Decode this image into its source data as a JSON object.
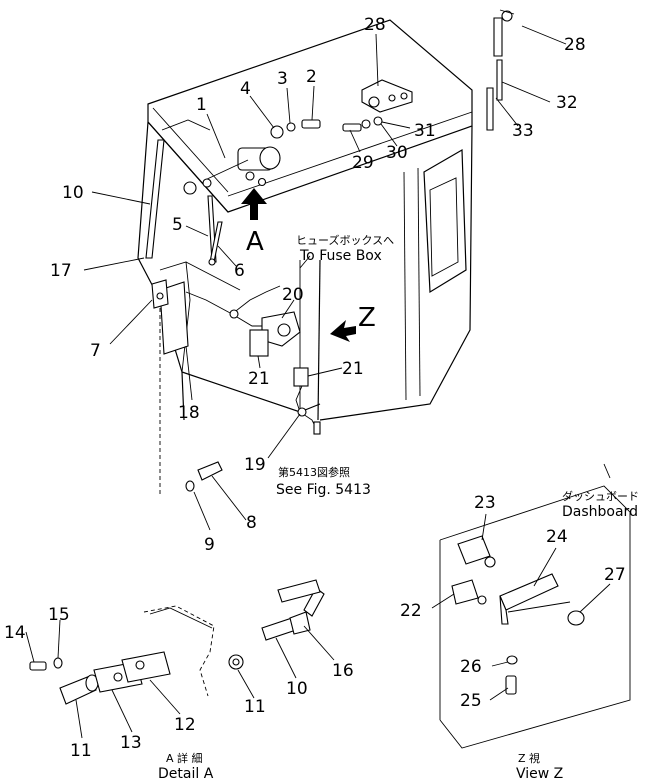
{
  "part_numbers": {
    "p1": "1",
    "p2": "2",
    "p3": "3",
    "p4": "4",
    "p5": "5",
    "p6": "6",
    "p7": "7",
    "p8": "8",
    "p9": "9",
    "p10a": "10",
    "p10b": "10",
    "p11a": "11",
    "p11b": "11",
    "p12": "12",
    "p13": "13",
    "p14": "14",
    "p15": "15",
    "p16": "16",
    "p17": "17",
    "p18": "18",
    "p19": "19",
    "p20": "20",
    "p21a": "21",
    "p21b": "21",
    "p22": "22",
    "p23": "23",
    "p24": "24",
    "p25": "25",
    "p26": "26",
    "p27": "27",
    "p28a": "28",
    "p28b": "28",
    "p29": "29",
    "p30": "30",
    "p31": "31",
    "p32": "32",
    "p33": "33"
  },
  "labels": {
    "view_a_letter": "A",
    "view_z_letter": "Z",
    "fuse_box_jp": "ヒューズボックスへ",
    "fuse_box_en": "To Fuse Box",
    "see_fig_jp": "第5413図参照",
    "see_fig_en": "See Fig. 5413",
    "dashboard_jp": "ダッシュボード",
    "dashboard_en": "Dashboard",
    "detail_a_jp": "A 詳 細",
    "detail_a_en": "Detail A",
    "view_z_jp": "Z 視",
    "view_z_en": "View Z"
  }
}
